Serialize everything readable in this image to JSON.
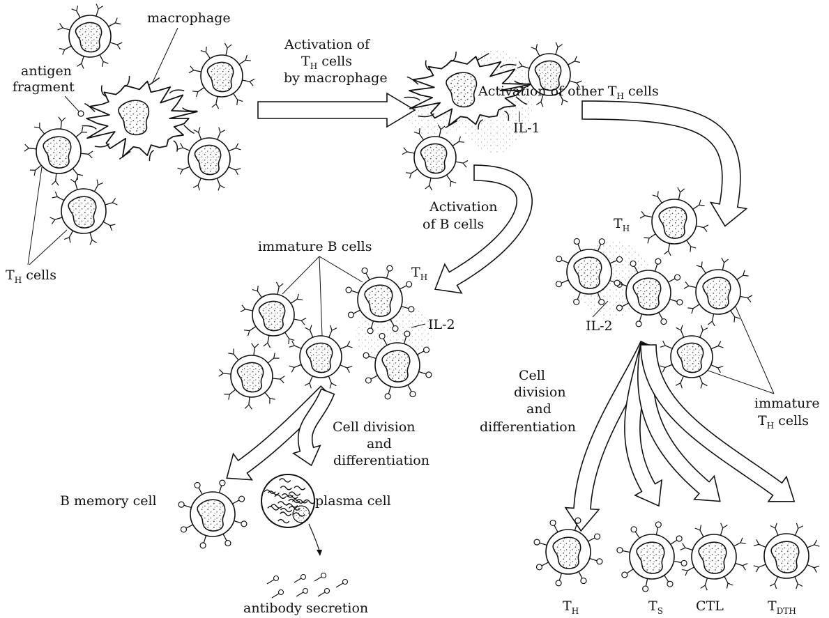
{
  "labels": {
    "macrophage": "macrophage",
    "antigen_fragment_line1": "antigen",
    "antigen_fragment_line2": "fragment",
    "th_cells_left": {
      "base": "T",
      "sub": "H",
      "rest": " cells"
    },
    "activation_th_line1": "Activation of",
    "activation_th_line2": {
      "base": "T",
      "sub": "H",
      "rest": " cells"
    },
    "activation_th_line3": "by macrophage",
    "il1": "IL-1",
    "activation_other_th": {
      "pre": "Activation of other T",
      "sub": "H",
      "rest": " cells"
    },
    "activation_b_line1": "Activation",
    "activation_b_line2": "of B cells",
    "immature_b_cells": "immature B cells",
    "th_b_group": {
      "base": "T",
      "sub": "H"
    },
    "il2_b": "IL-2",
    "th_right_group": {
      "base": "T",
      "sub": "H"
    },
    "il2_right": "IL-2",
    "cell_division_b_line1": "Cell division",
    "cell_division_b_line2": "and",
    "cell_division_b_line3": "differentiation",
    "cell_division_t_line1": "Cell",
    "cell_division_t_line2": "division",
    "cell_division_t_line3": "and",
    "cell_division_t_line4": "differentiation",
    "immature_th_line1": "immature",
    "immature_th_line2": {
      "base": "T",
      "sub": "H",
      "rest": " cells"
    },
    "b_memory_cell": "B memory cell",
    "plasma_cell": "plasma cell",
    "antibody_secretion": "antibody secretion",
    "out_th": {
      "base": "T",
      "sub": "H"
    },
    "out_ts": {
      "base": "T",
      "sub": "S"
    },
    "out_ctl": "CTL",
    "out_tdth": {
      "base": "T",
      "sub": "DTH"
    }
  }
}
